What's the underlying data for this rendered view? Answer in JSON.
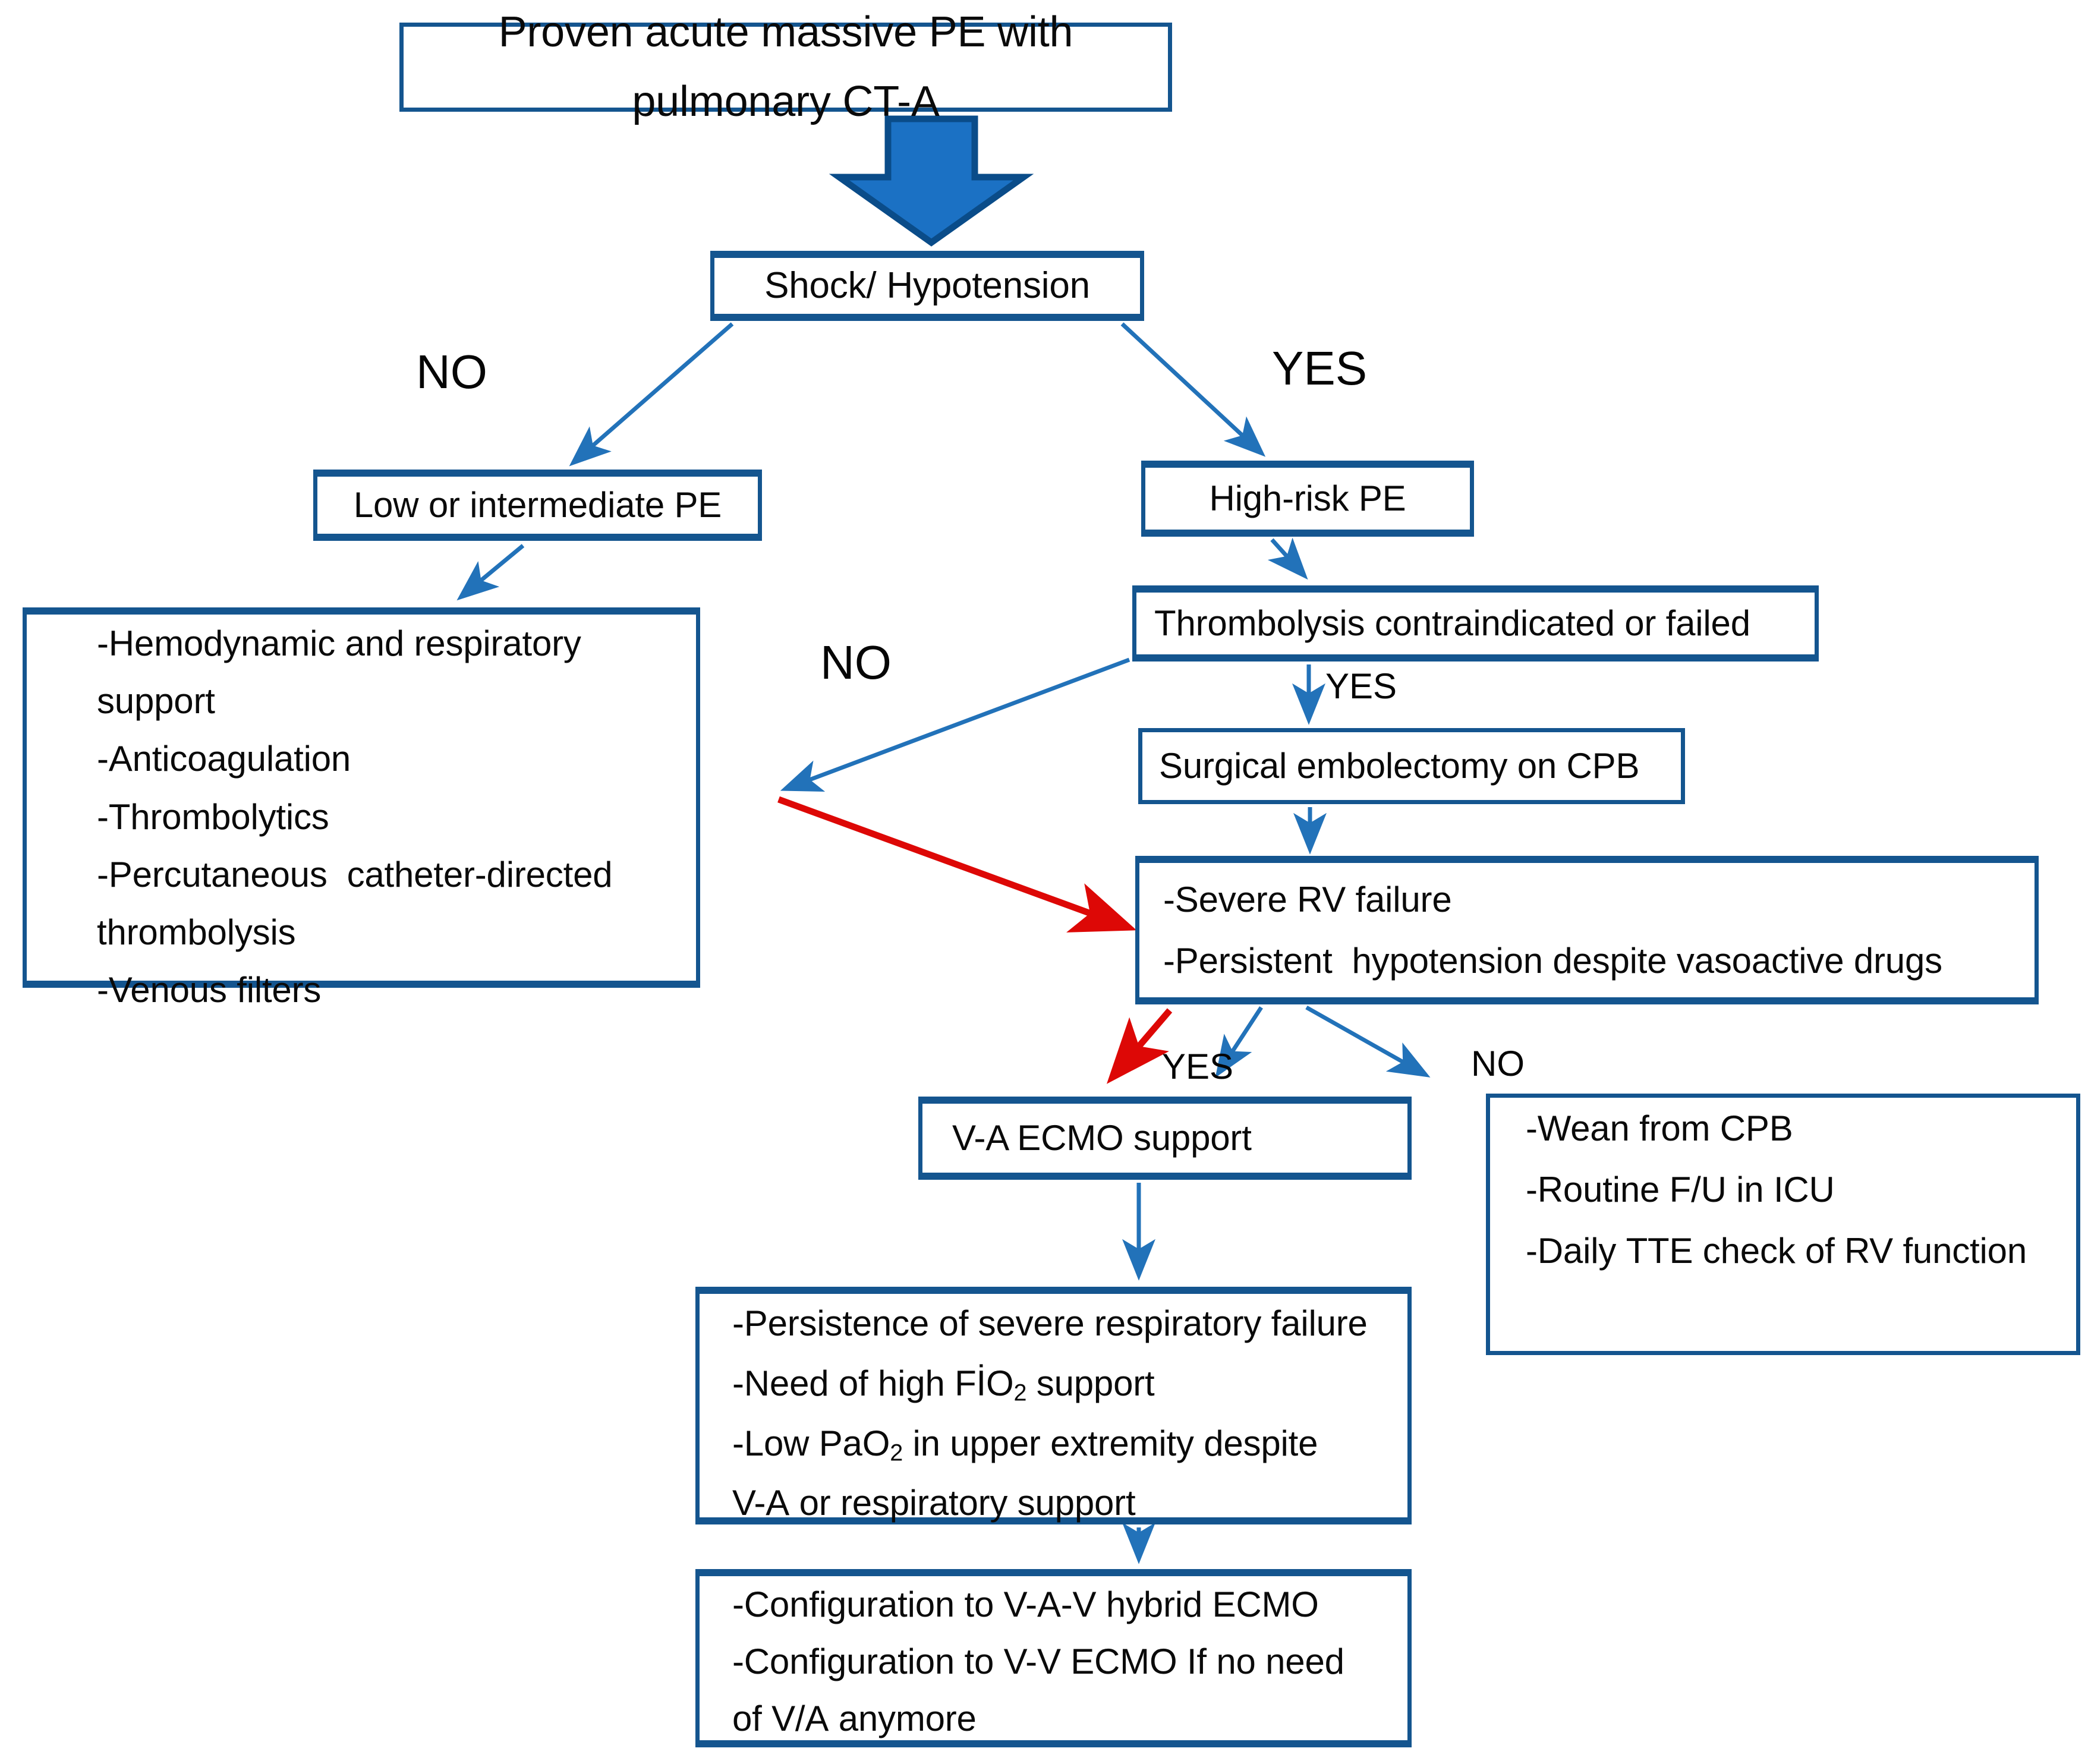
{
  "title": "Management algorithm for proven acute massive pulmonary embolism",
  "colors": {
    "box_border": "#14558F",
    "arrow_blue": "#1B71C4",
    "arrow_blue_dark": "#0A4C89",
    "arrow_thin_blue": "#2272B9",
    "arrow_red": "#DD0806",
    "background": "#FFFFFF",
    "text": "#000000"
  },
  "nodes": {
    "top": {
      "text": "Proven acute massive PE with pulmonary CT-A"
    },
    "shock": {
      "text": "Shock/ Hypotension"
    },
    "low_pe": {
      "text": "Low or intermediate PE"
    },
    "high_risk_pe": {
      "text": "High-risk PE"
    },
    "conservative_treatment": {
      "lines": [
        "-Hemodynamic and respiratory",
        "support",
        "-Anticoagulation",
        "-Thrombolytics",
        "-Percutaneous  catheter-directed",
        "thrombolysis",
        "-Venous filters"
      ]
    },
    "thrombolysis": {
      "text": "Thrombolysis contraindicated or failed"
    },
    "embolectomy": {
      "text": "Surgical embolectomy on CPB"
    },
    "rv_failure": {
      "lines": [
        "-Severe RV failure",
        "-Persistent  hypotension despite vasoactive drugs"
      ]
    },
    "va_ecmo": {
      "text": "V-A ECMO support"
    },
    "wean": {
      "lines": [
        "-Wean from CPB",
        "-Routine F/U in ICU",
        "-Daily TTE check of RV function"
      ]
    },
    "respiratory_failure": {
      "lines": [
        "-Persistence of severe respiratory failure",
        "-Need of high FİO₂ support",
        "-Low PaO₂ in upper extremity despite",
        "V-A or respiratory support"
      ]
    },
    "configuration": {
      "lines": [
        "-Configuration to V-A-V hybrid ECMO",
        "-Configuration to V-V ECMO If no need",
        "of V/A anymore"
      ]
    }
  },
  "branch_labels": {
    "shock_no": "NO",
    "shock_yes": "YES",
    "thrombolysis_no": "NO",
    "thrombolysis_yes": "YES",
    "rv_yes": "YES",
    "rv_no": "NO"
  },
  "edges": [
    {
      "from": "top",
      "to": "shock",
      "style": "thick-block-arrow",
      "color": "#1B71C4",
      "label": ""
    },
    {
      "from": "shock",
      "to": "low_pe",
      "style": "thin-arrow",
      "color": "#2272B9",
      "label": "NO"
    },
    {
      "from": "shock",
      "to": "high_risk_pe",
      "style": "thin-arrow",
      "color": "#2272B9",
      "label": "YES"
    },
    {
      "from": "low_pe",
      "to": "conservative_treatment",
      "style": "thin-arrow",
      "color": "#2272B9",
      "label": ""
    },
    {
      "from": "high_risk_pe",
      "to": "thrombolysis",
      "style": "thin-arrow",
      "color": "#2272B9",
      "label": ""
    },
    {
      "from": "thrombolysis",
      "to": "conservative_treatment",
      "style": "thin-arrow",
      "color": "#2272B9",
      "label": "NO"
    },
    {
      "from": "thrombolysis",
      "to": "embolectomy",
      "style": "thin-arrow",
      "color": "#2272B9",
      "label": "YES"
    },
    {
      "from": "embolectomy",
      "to": "rv_failure",
      "style": "thin-arrow",
      "color": "#2272B9",
      "label": ""
    },
    {
      "from": "thrombolysis_no_junction",
      "to": "rv_failure",
      "style": "thin-arrow",
      "color": "#DD0806",
      "label": ""
    },
    {
      "from": "rv_failure",
      "to": "va_ecmo",
      "style": "thin-arrow",
      "color": "#DD0806",
      "label": "YES"
    },
    {
      "from": "rv_failure",
      "to": "va_ecmo",
      "style": "thin-arrow",
      "color": "#2272B9",
      "label": ""
    },
    {
      "from": "rv_failure",
      "to": "wean",
      "style": "thin-arrow",
      "color": "#2272B9",
      "label": "NO"
    },
    {
      "from": "va_ecmo",
      "to": "respiratory_failure",
      "style": "thin-arrow",
      "color": "#2272B9",
      "label": ""
    },
    {
      "from": "respiratory_failure",
      "to": "configuration",
      "style": "thin-arrow",
      "color": "#2272B9",
      "label": ""
    }
  ]
}
